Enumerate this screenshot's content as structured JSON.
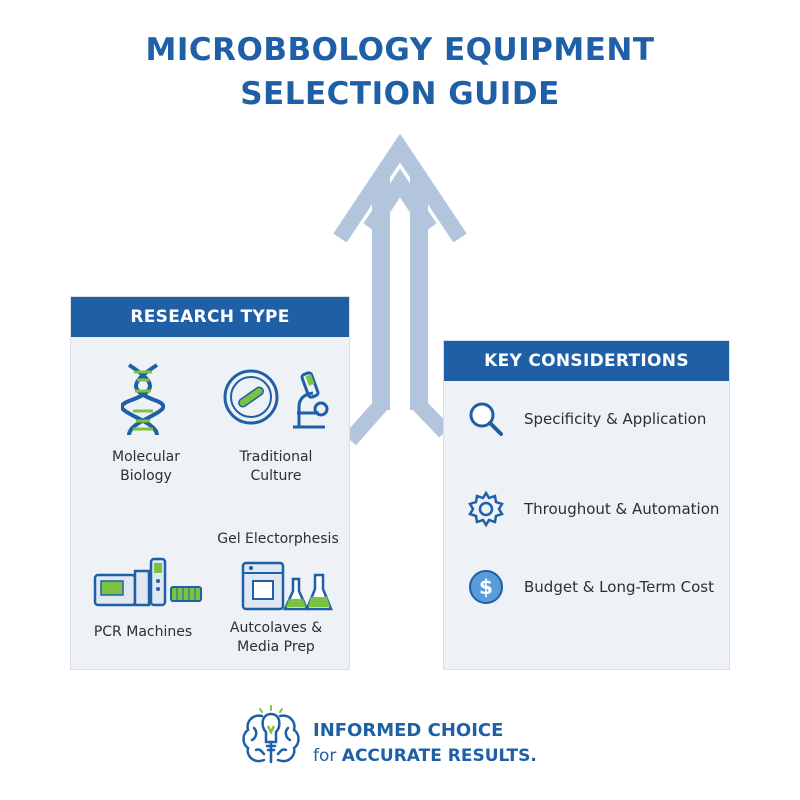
{
  "title": {
    "line1": "MICROBBOLOGY EQUIPMENT",
    "line2": "SELECTION GUIDE"
  },
  "colors": {
    "primary": "#1f5fa6",
    "arrow": "#b3c5dc",
    "panel_bg": "#eef1f6",
    "accent_green": "#7cc242"
  },
  "research_type": {
    "header": "RESEARCH TYPE",
    "items": [
      {
        "icon": "dna-icon",
        "line1": "Molecular",
        "line2": "Biology"
      },
      {
        "icon": "petri-dish-microscope-icon",
        "line1": "Traditional",
        "line2": "Culture"
      },
      {
        "icon": "pcr-machine-icon",
        "line1": "PCR Machines",
        "line2": ""
      },
      {
        "icon": "autoclave-flasks-icon",
        "line1": "Autcolaves &",
        "line2": "Media Prep"
      }
    ],
    "gel_label": "Gel Electorphesis"
  },
  "key_considerations": {
    "header": "KEY CONSIDERTIONS",
    "items": [
      {
        "icon": "magnifier-icon",
        "label": "Specificity & Application"
      },
      {
        "icon": "gear-icon",
        "label": "Throughout & Automation"
      },
      {
        "icon": "dollar-coin-icon",
        "label": "Budget & Long-Term Cost"
      }
    ]
  },
  "footer": {
    "icon": "brain-lightbulb-icon",
    "line1": "INFORMED CHOICE",
    "line2_prefix": "for",
    "line2_emph": "ACCURATE RESULTS."
  }
}
